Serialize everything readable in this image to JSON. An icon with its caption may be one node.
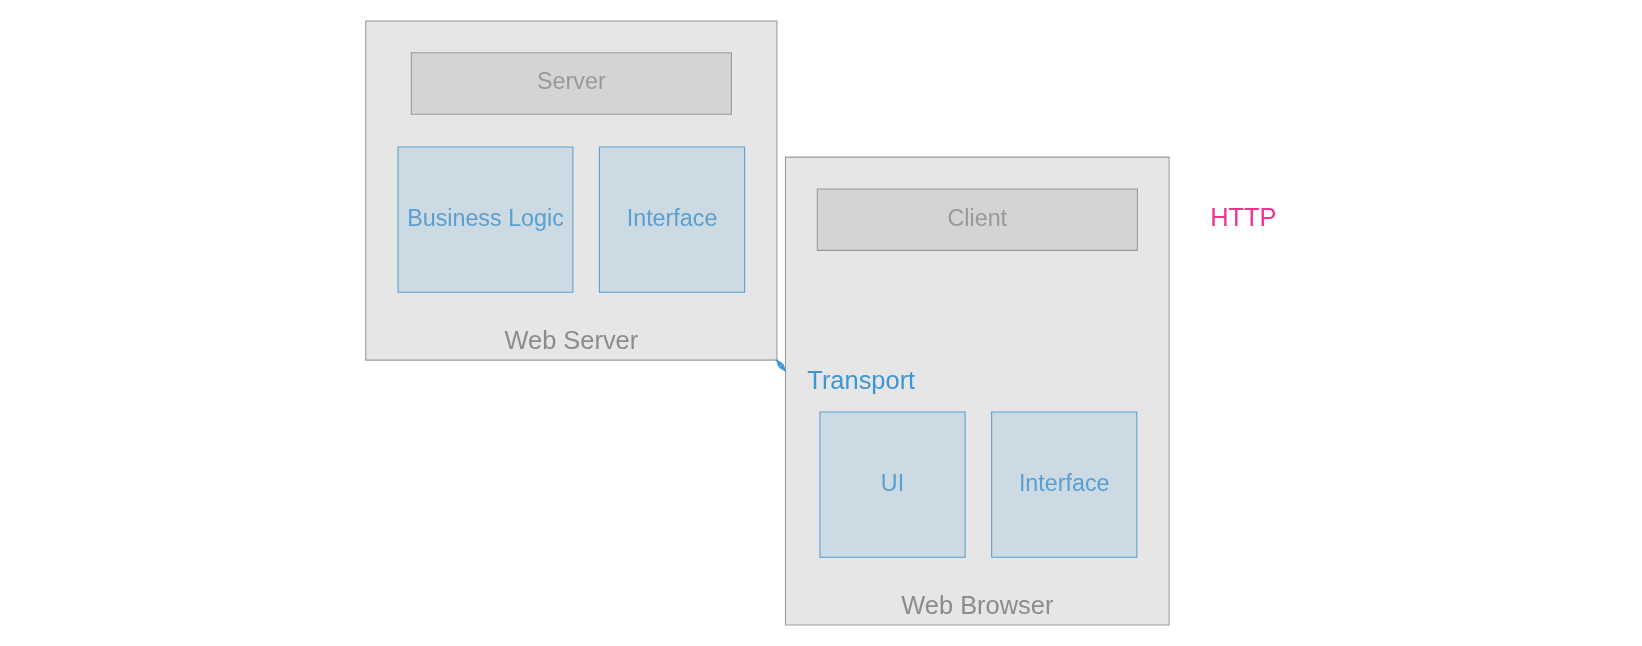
{
  "diagram": {
    "nodes": [
      {
        "text": [
          "Web Server"
        ]
      },
      {
        "text": [
          "Server"
        ],
        "in": 0
      },
      {
        "text": [
          "Business Logic"
        ],
        "in": 0
      },
      {
        "text": [
          "Interface"
        ],
        "in": 0
      },
      {
        "text": [
          "Web Browser"
        ]
      },
      {
        "text": [
          "Client"
        ],
        "in": 4
      },
      {
        "text": [
          "Interface"
        ],
        "in": 4
      },
      {
        "text": [
          "UI"
        ],
        "in": 4
      }
    ],
    "edges": [
      {
        "from": 0,
        "to": 4,
        "arrow": "both",
        "label": "Transport",
        "color": "#3c96d6"
      }
    ],
    "labels": [
      "HTTP"
    ]
  }
}
